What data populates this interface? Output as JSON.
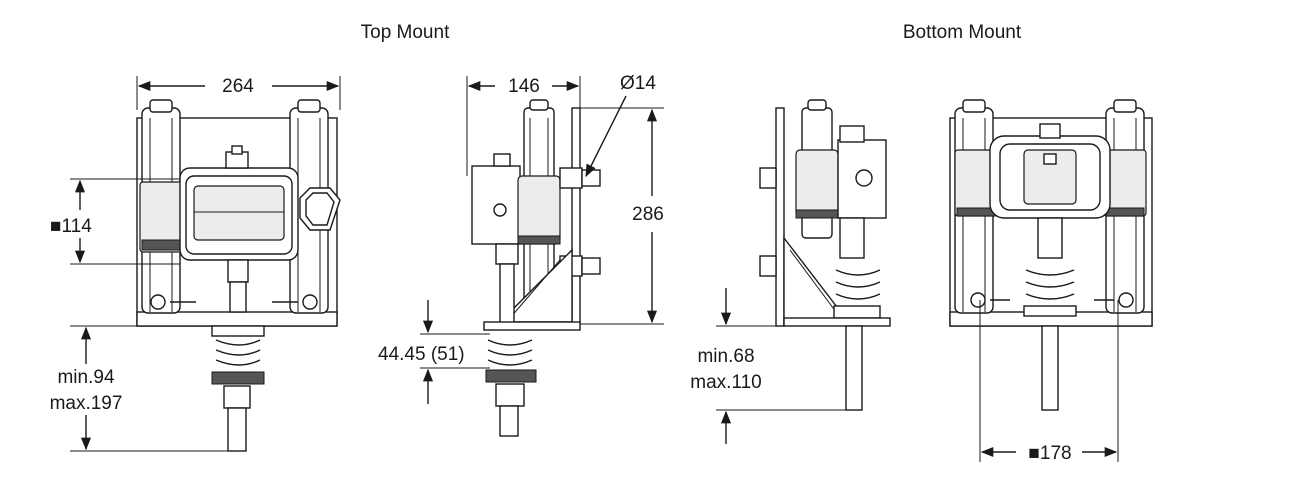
{
  "titles": {
    "top_mount": "Top Mount",
    "bottom_mount": "Bottom Mount"
  },
  "dimensions": {
    "top_front_width": "264",
    "top_front_square": "■114",
    "top_front_travel_min": "min.94",
    "top_front_travel_max": "max.197",
    "top_side_width": "146",
    "top_side_hole": "Ø14",
    "top_side_height": "286",
    "top_side_spring": "44.45 (51)",
    "bottom_side_travel_min": "min.68",
    "bottom_side_travel_max": "max.110",
    "bottom_front_square": "■178"
  }
}
